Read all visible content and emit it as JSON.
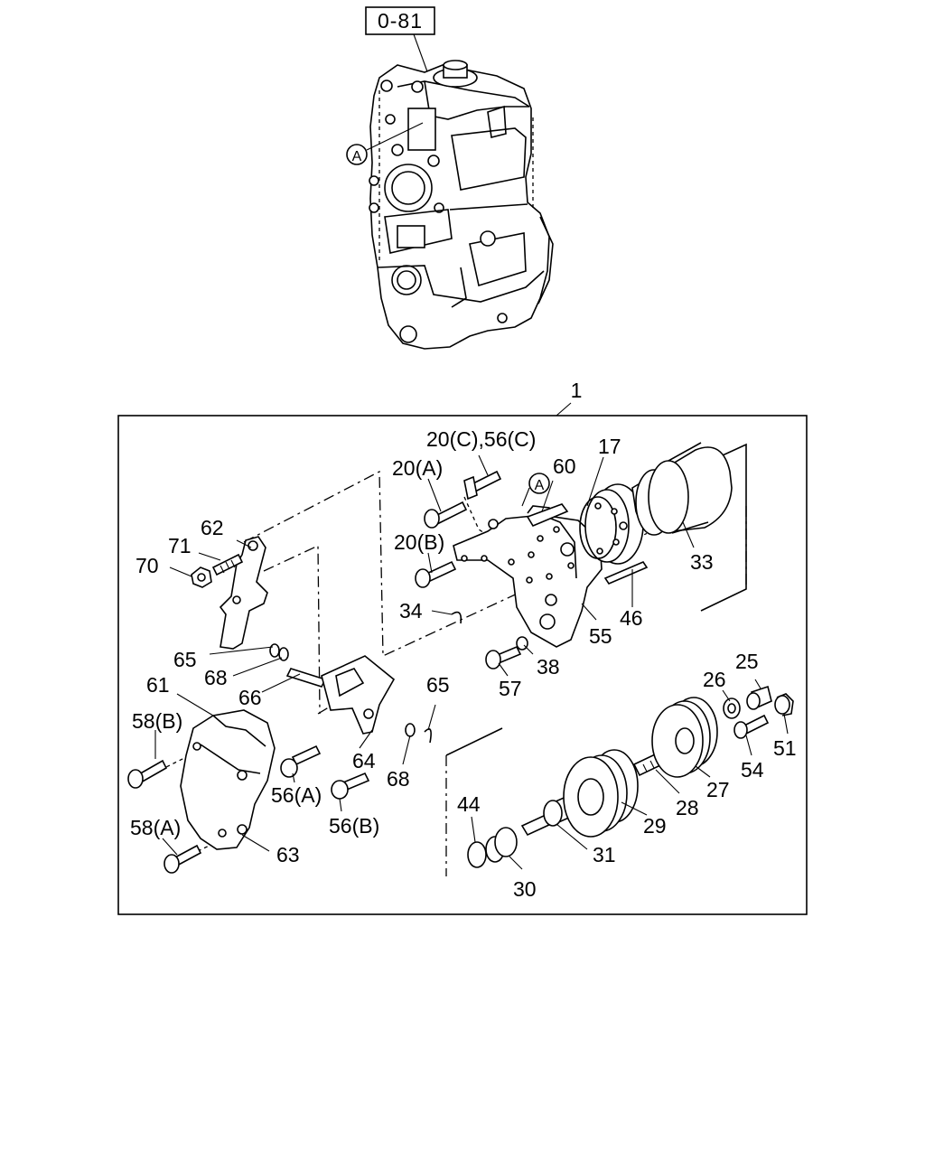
{
  "ref_box": "0-81",
  "circle_marker": "A",
  "assembly_number": "1",
  "callouts": [
    {
      "id": "c20c",
      "text": "20(C),56(C)"
    },
    {
      "id": "c17",
      "text": "17"
    },
    {
      "id": "c20a",
      "text": "20(A)"
    },
    {
      "id": "c60",
      "text": "60"
    },
    {
      "id": "c62",
      "text": "62"
    },
    {
      "id": "c71",
      "text": "71"
    },
    {
      "id": "c70",
      "text": "70"
    },
    {
      "id": "c20b",
      "text": "20(B)"
    },
    {
      "id": "c33",
      "text": "33"
    },
    {
      "id": "c34",
      "text": "34"
    },
    {
      "id": "c46",
      "text": "46"
    },
    {
      "id": "c55",
      "text": "55"
    },
    {
      "id": "c65a",
      "text": "65"
    },
    {
      "id": "c68a",
      "text": "68"
    },
    {
      "id": "c38",
      "text": "38"
    },
    {
      "id": "c61",
      "text": "61"
    },
    {
      "id": "c66",
      "text": "66"
    },
    {
      "id": "c57",
      "text": "57"
    },
    {
      "id": "c65b",
      "text": "65"
    },
    {
      "id": "c25",
      "text": "25"
    },
    {
      "id": "c26",
      "text": "26"
    },
    {
      "id": "c58b",
      "text": "58(B)"
    },
    {
      "id": "c56a",
      "text": "56(A)"
    },
    {
      "id": "c64",
      "text": "64"
    },
    {
      "id": "c68b",
      "text": "68"
    },
    {
      "id": "c51",
      "text": "51"
    },
    {
      "id": "c54",
      "text": "54"
    },
    {
      "id": "c27",
      "text": "27"
    },
    {
      "id": "c28",
      "text": "28"
    },
    {
      "id": "c44",
      "text": "44"
    },
    {
      "id": "c29",
      "text": "29"
    },
    {
      "id": "c58a",
      "text": "58(A)"
    },
    {
      "id": "c56b",
      "text": "56(B)"
    },
    {
      "id": "c63",
      "text": "63"
    },
    {
      "id": "c31",
      "text": "31"
    },
    {
      "id": "c30",
      "text": "30"
    }
  ]
}
